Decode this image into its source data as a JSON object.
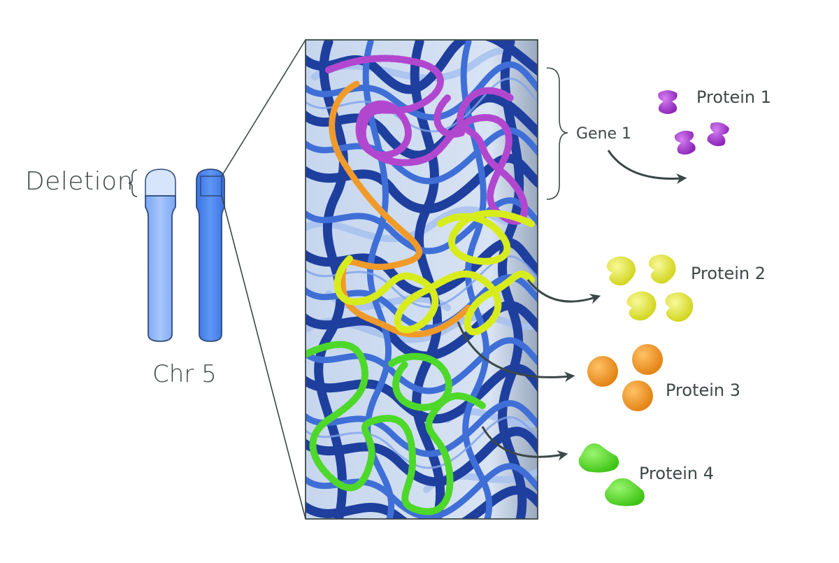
{
  "labels": {
    "deletion": "Deletion",
    "chromosome": "Chr 5",
    "gene": "Gene 1",
    "protein1": "Protein 1",
    "protein2": "Protein 2",
    "protein3": "Protein 3",
    "protein4": "Protein 4"
  },
  "colors": {
    "background": "#ffffff",
    "text": "#3f4747",
    "chromosome_light": "#8fb6f7",
    "chromosome_dark": "#4d86ee",
    "deleted_region": "#d6e5fb",
    "outline": "#2f4a7a",
    "chromatin_navy": "#1e3f9e",
    "chromatin_blue": "#3f6fd6",
    "chromatin_pale": "#a9c2ee",
    "gene1_strand": "#b247cf",
    "gene2_strand": "#d7ec1c",
    "gene3_strand": "#f09a2a",
    "gene4_strand": "#4ed82a",
    "protein1": "#a23bcf",
    "protein2": "#e7ea28",
    "protein3": "#f39a26",
    "protein4": "#58e02c",
    "arrow": "#3c4747"
  },
  "icons": {
    "protein1": "dumbbell-protein-icon",
    "protein2": "bean-protein-icon",
    "protein3": "sphere-protein-icon",
    "protein4": "blob-protein-icon"
  }
}
